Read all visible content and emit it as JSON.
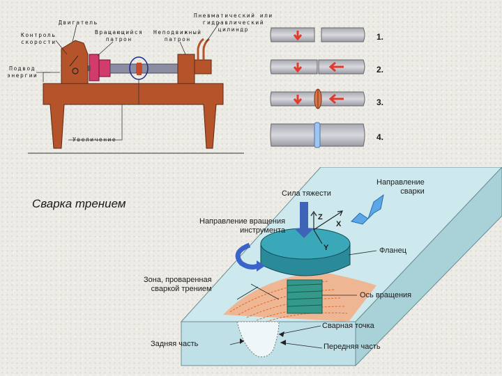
{
  "title": "Сварка трением",
  "machine": {
    "labels": {
      "engine": "Двигатель",
      "speed_control": "Контроль\nскорости",
      "energy_supply": "Подвод\nэнергии",
      "rotating_chuck": "Вращающийся\nпатрон",
      "fixed_chuck": "Неподвижный\nпатрон",
      "cylinder": "Пневматический или\nгидравлический\nцилиндр",
      "zoom": "Увеличение"
    }
  },
  "steps": [
    {
      "number": "1."
    },
    {
      "number": "2."
    },
    {
      "number": "3."
    },
    {
      "number": "4."
    }
  ],
  "stir": {
    "labels": {
      "gravity": "Сила тяжести",
      "weld_direction": "Направление\nсварки",
      "rotation_direction": "Направление вращения\nинструмента",
      "flange": "Фланец",
      "zone": "Зона, проваренная\nсваркой трением",
      "axis": "Ось вращения",
      "weld_point": "Сварная точка",
      "back": "Задняя часть",
      "front": "Передняя часть",
      "axis_z": "Z",
      "axis_x": "X",
      "axis_y": "Y"
    }
  },
  "colors": {
    "machine_body": "#b5532b",
    "chuck": "#d23c6c",
    "rod": "#8c8ca2",
    "arrow_red": "#e23b2b",
    "plate": "#cde9ee",
    "tool": "#2f8fa0",
    "stirred_zone": "#ef7d3a",
    "gravity_arrow": "#3e64b8"
  }
}
